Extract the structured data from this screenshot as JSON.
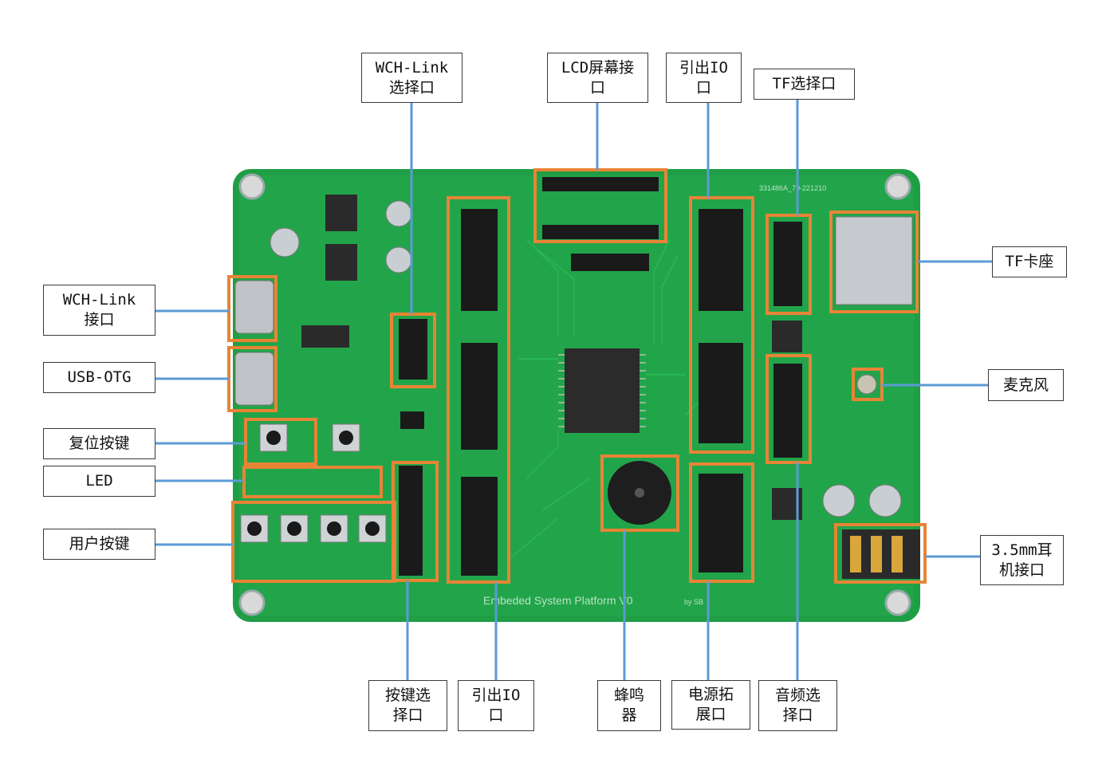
{
  "colors": {
    "board": "#1f9e45",
    "board_dark": "#178a3a",
    "highlight": "#e88436",
    "leader": "#5b9bd5"
  },
  "board": {
    "silkscreen_title": "Embeded System Platform V0",
    "silkscreen_by": "by SB",
    "part_number": "331486A_70-221210"
  },
  "labels": {
    "wch_link_select": "WCH-Link\n选择口",
    "lcd_port": "LCD屏幕接\n口",
    "io_top": "引出IO\n口",
    "tf_select": "TF选择口",
    "tf_socket": "TF卡座",
    "microphone": "麦克风",
    "headphone": "3.5mm耳\n机接口",
    "wch_link_port": "WCH-Link\n接口",
    "usb_otg": "USB-OTG",
    "reset_key": "复位按键",
    "led": "LED",
    "user_keys": "用户按键",
    "key_select": "按键选\n择口",
    "io_bottom": "引出IO\n口",
    "buzzer": "蜂鸣\n器",
    "power_ext": "电源拓\n展口",
    "audio_select": "音频选\n择口"
  }
}
